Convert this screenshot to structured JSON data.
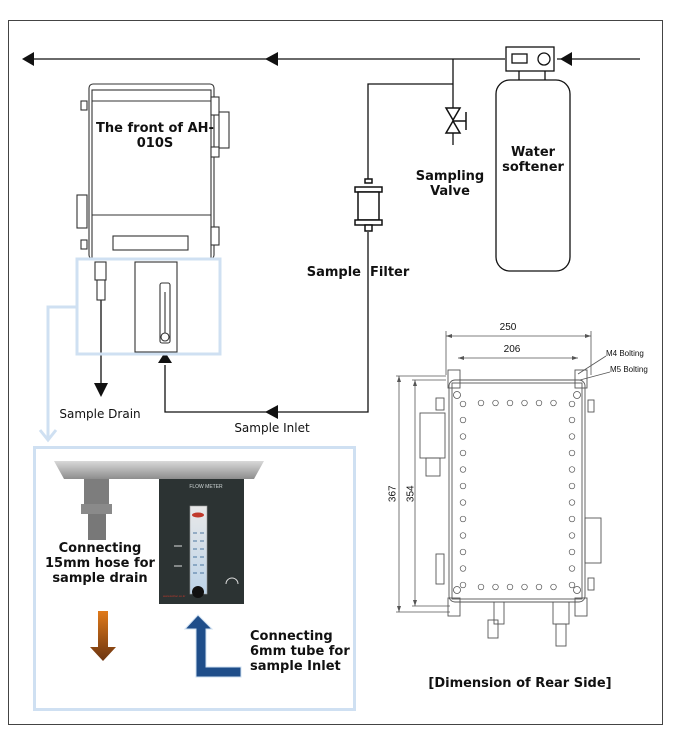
{
  "diagram": {
    "labels": {
      "front_title": "The front of AH-010S",
      "water_softener": "Water softener",
      "sampling_valve": "Sampling Valve",
      "sample_filter": "Sample  Filter",
      "sample_drain": "Sample Drain",
      "sample_inlet": "Sample Inlet",
      "connect_drain": "Connecting 15mm hose for sample drain",
      "connect_inlet": "Connecting 6mm tube for sample Inlet",
      "flow_meter_title": "FLOW METER",
      "flow_meter_url": "www.kofloc.co.kr",
      "rear_caption": "[Dimension of Rear Side]"
    },
    "dimensions": {
      "width_outer": "250",
      "width_inner": "206",
      "height_outer": "367",
      "height_inner": "354",
      "bolt_upper": "M4 Bolting",
      "bolt_lower": "M5 Bolting"
    },
    "colors": {
      "line": "#111111",
      "highlight": "#cfe0f2",
      "drain_arrow_top": "#e07a1a",
      "drain_arrow_bottom": "#6b3410",
      "inlet_arrow": "#1f4e8a"
    }
  }
}
